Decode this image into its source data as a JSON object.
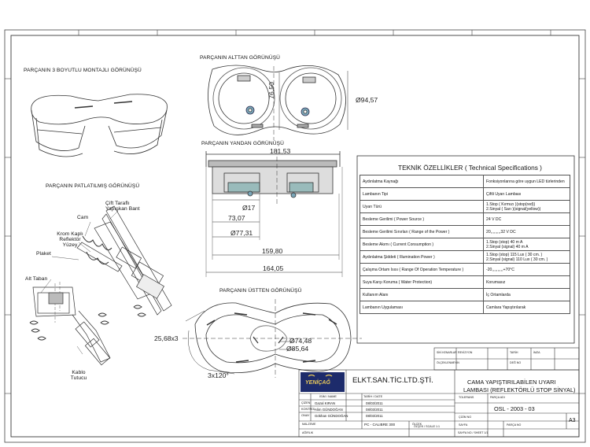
{
  "views": {
    "iso_3d": "PARÇANIN 3 BOYUTLU MONTAJLI GÖRÜNÜŞÜ",
    "bottom": "PARÇANIN ALTTAN GÖRÜNÜŞÜ",
    "side": "PARÇANIN YANDAN GÖRÜNÜŞÜ",
    "exploded": "PARÇANIN PATLATILMIŞ GÖRÜNÜŞÜ",
    "top": "PARÇANIN ÜSTTEN GÖRÜNÜŞÜ"
  },
  "dimensions": {
    "d76_50": "76,50",
    "d94_57": "Ø94,57",
    "d181_53": "181,53",
    "d17": "Ø17",
    "d73_07": "73,07",
    "d77_31": "Ø77,31",
    "d159_80": "159,80",
    "d164_05": "164,05",
    "d25_68": "25,68x3",
    "d74_48": "Ø74,48",
    "d85_64": "Ø85,64",
    "d3x120": "3x120°"
  },
  "parts": {
    "tape": "Çift Taraflı Yapışkan Bant",
    "cam": "Cam",
    "reflector": "Krom Kaplı Reflektör Yüzey",
    "plaket": "Plaket",
    "base": "Alt Taban",
    "cable": "Kablo Tutucu"
  },
  "spec_title": "TEKNİK ÖZELLİKLER ( Technical Specifications )",
  "specs": [
    {
      "k": "Aydınlatma Kaynağı",
      "v": "Fonksiyonlarına göre uygun LED türlerinden"
    },
    {
      "k": "Lambanın Tipi",
      "v": "Çiftli Uyarı Lambası"
    },
    {
      "k": "Uyarı Türü",
      "v": "1.Stop ( Kırmızı )(stop(red))\n2.Sinyal ( Sarı )(signal(yellow))"
    },
    {
      "k": "Besleme Gerilimi ( Power Source )",
      "v": "24 V DC"
    },
    {
      "k": "Besleme Gerilimi Sınırları ( Range of the Power )",
      "v": "20,,,,,,,,,32 V DC"
    },
    {
      "k": "Besleme Akımı ( Current Consumption )",
      "v": "1.Stop (stop) 40 m A\n2.Sinyal (signal) 40 m A"
    },
    {
      "k": "Aydınlatma Şiddeti ( Illumination Power )",
      "v": "1.Stop (stop) 115 Lux ( 30 cm. )\n2.Sinyal (signal) 110 Lux ( 30 cm. )"
    },
    {
      "k": "Çalışma Ortam Isısı ( Range Of Operation Temperature )",
      "v": "-20,,,,,,,,,,+70°C"
    },
    {
      "k": "Suya Karşı Koruma ( Water Protection)",
      "v": "Korumasız"
    },
    {
      "k": "Kullanım Alanı",
      "v": "İç Ortamlarda"
    },
    {
      "k": "Lambanın Uygulaması",
      "v": "Camlara Yapıştırılarak"
    }
  ],
  "title_block": {
    "company": "ELKT.SAN.TİC.LTD.ŞTİ.",
    "logo": "YENİÇAĞ",
    "title1": "CAMA YAPIŞTIRILABİLEN UYARI",
    "title2": "LAMBASI (REFLEKTÖRLÜ STOP SİNYAL)",
    "drawing_no": "OSL - 2003 - 03",
    "sheet": "A3",
    "material": "PC - CALIBRE 300",
    "hdr_role": "İSİM / NAME",
    "hdr_date": "TARİH / DATE",
    "rows": [
      {
        "role": "ÇİZEN",
        "name": "Gazal KIRAN",
        "date": "08/03/2011"
      },
      {
        "role": "KONTROL",
        "name": "Alim GÜNDOĞAN",
        "date": "08/03/2011"
      },
      {
        "role": "ONAY",
        "name": "Gökhan GÜNDOĞAN",
        "date": "08/03/2011"
      }
    ],
    "small_labels": [
      "SİKİ KENARLAR",
      "ÖLÇEKLENMEYİN",
      "REVİZYON",
      "TARİH",
      "DEĞ NO",
      "İMZA",
      "TOLERANS",
      "PARÇA ADI",
      "ÇİZİM NO",
      "MALZEME",
      "ÖLÇEK",
      "SAYFA",
      "AĞIRLIK",
      "PARÇA NO"
    ],
    "scale": "ÖLÇEK / SCALE 1:1",
    "sheet_no": "SAYFA NO / SHEET 1/1"
  }
}
